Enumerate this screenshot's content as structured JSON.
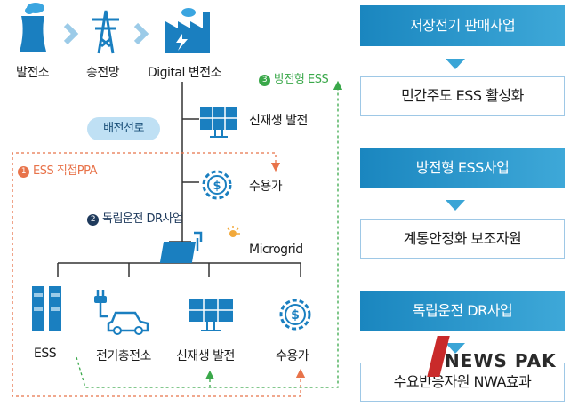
{
  "top_nodes": [
    "발전소",
    "송전망",
    "Digital 변전소"
  ],
  "branch_nodes": [
    "신재생 발전",
    "수용가",
    "Microgrid"
  ],
  "bottom_nodes": [
    "ESS",
    "전기충전소",
    "신재생 발전",
    "수용가"
  ],
  "pill_label": "배전선로",
  "annotations": [
    {
      "num": "1",
      "text": "ESS 직접PPA",
      "color": "#e8734a"
    },
    {
      "num": "2",
      "text": "독립운전 DR사업",
      "color": "#1f3a5c"
    },
    {
      "num": "3",
      "text": "방전형 ESS",
      "color": "#3aa84a"
    }
  ],
  "right_column": {
    "boxes": [
      {
        "header": "저장전기 판매사업",
        "result": "민간주도 ESS 활성화"
      },
      {
        "header": "방전형 ESS사업",
        "result": "계통안정화 보조자원"
      },
      {
        "header": "독립운전 DR사업",
        "result": "수요반응자원 NWA효과"
      }
    ]
  },
  "colors": {
    "icon_blue": "#1a7fc0",
    "icon_light": "#3aa5e0",
    "line_gray": "#333333",
    "orange": "#e8734a",
    "green": "#3aa84a",
    "accent": "#1a86bf"
  },
  "watermark": "NEWS PAK"
}
